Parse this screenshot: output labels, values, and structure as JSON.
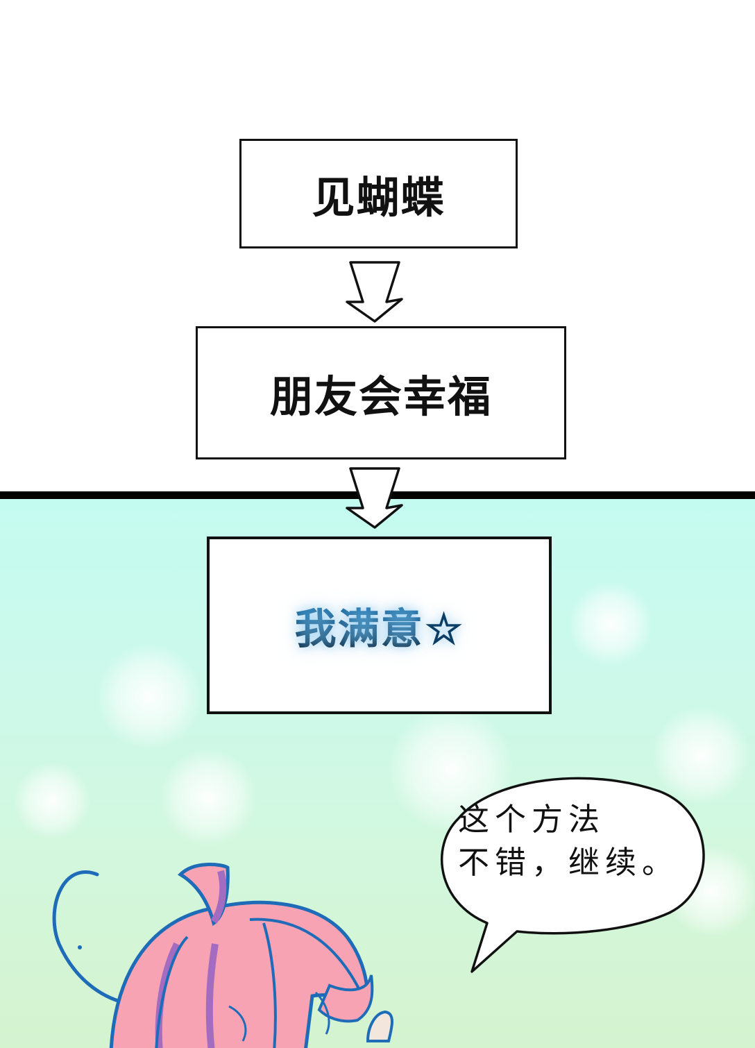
{
  "flowchart": {
    "steps": [
      {
        "label": "见蝴蝶"
      },
      {
        "label": "朋友会幸福"
      },
      {
        "label": "我满意",
        "suffix_icon": "☆"
      }
    ],
    "arrow_icon": "down-arrow"
  },
  "speech_bubble": {
    "lines": [
      "这个方法",
      "不错，继续。"
    ]
  },
  "colors": {
    "panel_top_bg": "#ffffff",
    "panel_bottom_bg": "#c8faee",
    "divider": "#000000",
    "highlight_text": "#0b3c62",
    "hair_pink": "#f6a0b0",
    "hair_outline": "#1e6bb8",
    "hair_shadow": "#a36cc0"
  }
}
